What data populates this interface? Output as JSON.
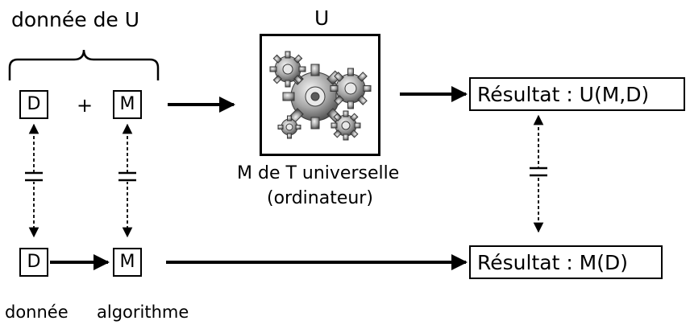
{
  "labels": {
    "data_of_u": "donnée de U",
    "u_title": "U",
    "plus": "+",
    "utm_line1": "M de T universelle",
    "utm_line2": "(ordinateur)",
    "data_caption": "donnée",
    "algo_caption": "algorithme"
  },
  "boxes": {
    "d_top": "D",
    "m_top": "M",
    "d_bottom": "D",
    "m_bottom": "M",
    "result_top": "Résultat : U(M,D)",
    "result_bottom": "Résultat : M(D)"
  },
  "icons": {
    "machine": "gears-icon"
  },
  "colors": {
    "ink": "#000000",
    "gear_light": "#d9d9d9",
    "gear_mid": "#a6a6a6",
    "gear_dark": "#5a5a5a"
  }
}
